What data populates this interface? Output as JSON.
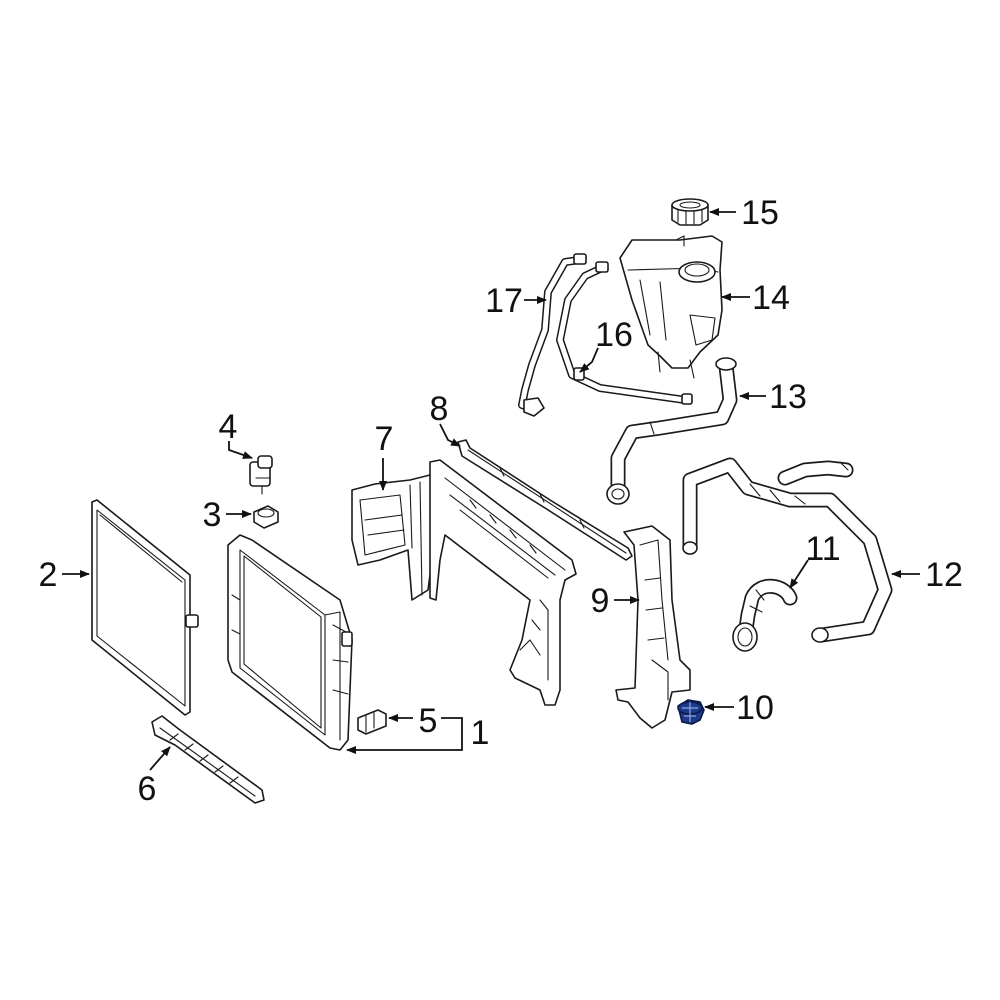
{
  "diagram": {
    "callouts": [
      {
        "id": "1",
        "label": "1"
      },
      {
        "id": "2",
        "label": "2"
      },
      {
        "id": "3",
        "label": "3"
      },
      {
        "id": "4",
        "label": "4"
      },
      {
        "id": "5",
        "label": "5"
      },
      {
        "id": "6",
        "label": "6"
      },
      {
        "id": "7",
        "label": "7"
      },
      {
        "id": "8",
        "label": "8"
      },
      {
        "id": "9",
        "label": "9"
      },
      {
        "id": "10",
        "label": "10"
      },
      {
        "id": "11",
        "label": "11"
      },
      {
        "id": "12",
        "label": "12"
      },
      {
        "id": "13",
        "label": "13"
      },
      {
        "id": "14",
        "label": "14"
      },
      {
        "id": "15",
        "label": "15"
      },
      {
        "id": "16",
        "label": "16"
      },
      {
        "id": "17",
        "label": "17"
      }
    ],
    "highlighted_part": "10",
    "colors": {
      "line": "#1a1a1a",
      "highlight": "#1e3a8a",
      "background": "#ffffff"
    }
  }
}
